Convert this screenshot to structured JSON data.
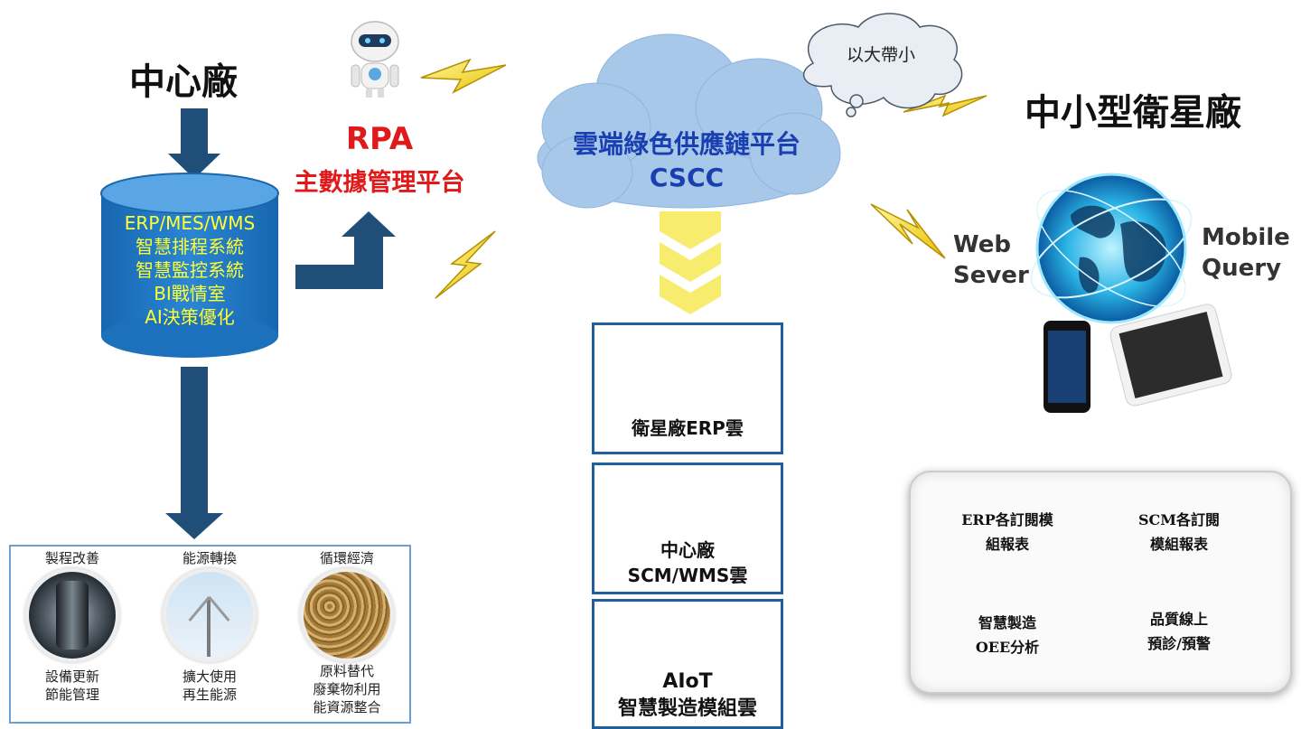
{
  "left": {
    "title": "中心廠",
    "db_lines": [
      "ERP/MES/WMS",
      "智慧排程系統",
      "智慧監控系統",
      "BI戰情室",
      "AI決策優化"
    ]
  },
  "rpa": {
    "title": "RPA",
    "subtitle": "主數據管理平台"
  },
  "cloud": {
    "line1": "雲端綠色供應鏈平台",
    "line2": "CSCC"
  },
  "thought_bubble": "以大帶小",
  "right_title": "中小型衛星廠",
  "web": {
    "left_line1": "Web",
    "left_line2": "Sever",
    "right_line1": "Mobile",
    "right_line2": "Query"
  },
  "services": [
    {
      "icon": "chart-line-icon",
      "label": "衛星廠ERP雲"
    },
    {
      "icon": "gauge-icon",
      "label_line1": "中心廠",
      "label_line2": "SCM/WMS雲"
    },
    {
      "icon": "laptop-search-icon",
      "label_line1": "AIoT",
      "label_line2": "智慧製造模組雲"
    }
  ],
  "bottom": {
    "headers": [
      "製程改善",
      "能源轉換",
      "循環經濟"
    ],
    "captions": [
      [
        "設備更新",
        "節能管理"
      ],
      [
        "擴大使用",
        "再生能源"
      ],
      [
        "原料替代",
        "廢棄物利用",
        "能資源整合"
      ]
    ]
  },
  "reports": [
    {
      "line1": "ERP各訂閱模",
      "line2": "組報表"
    },
    {
      "line1": "SCM各訂閱",
      "line2": "模組報表"
    },
    {
      "line1": "智慧製造",
      "line2": "OEE分析"
    },
    {
      "line1": "品質線上",
      "line2": "預診/預警"
    }
  ],
  "colors": {
    "arrow": "#1f4e79",
    "cylinder": "#1f77c4",
    "cloud": "#a8c8ea",
    "chevron": "#f7ec6e",
    "lightning": "#f5d800",
    "rpa_text": "#e01a1a",
    "cloud_text": "#1a3fb0",
    "db_text": "#ffff33"
  }
}
